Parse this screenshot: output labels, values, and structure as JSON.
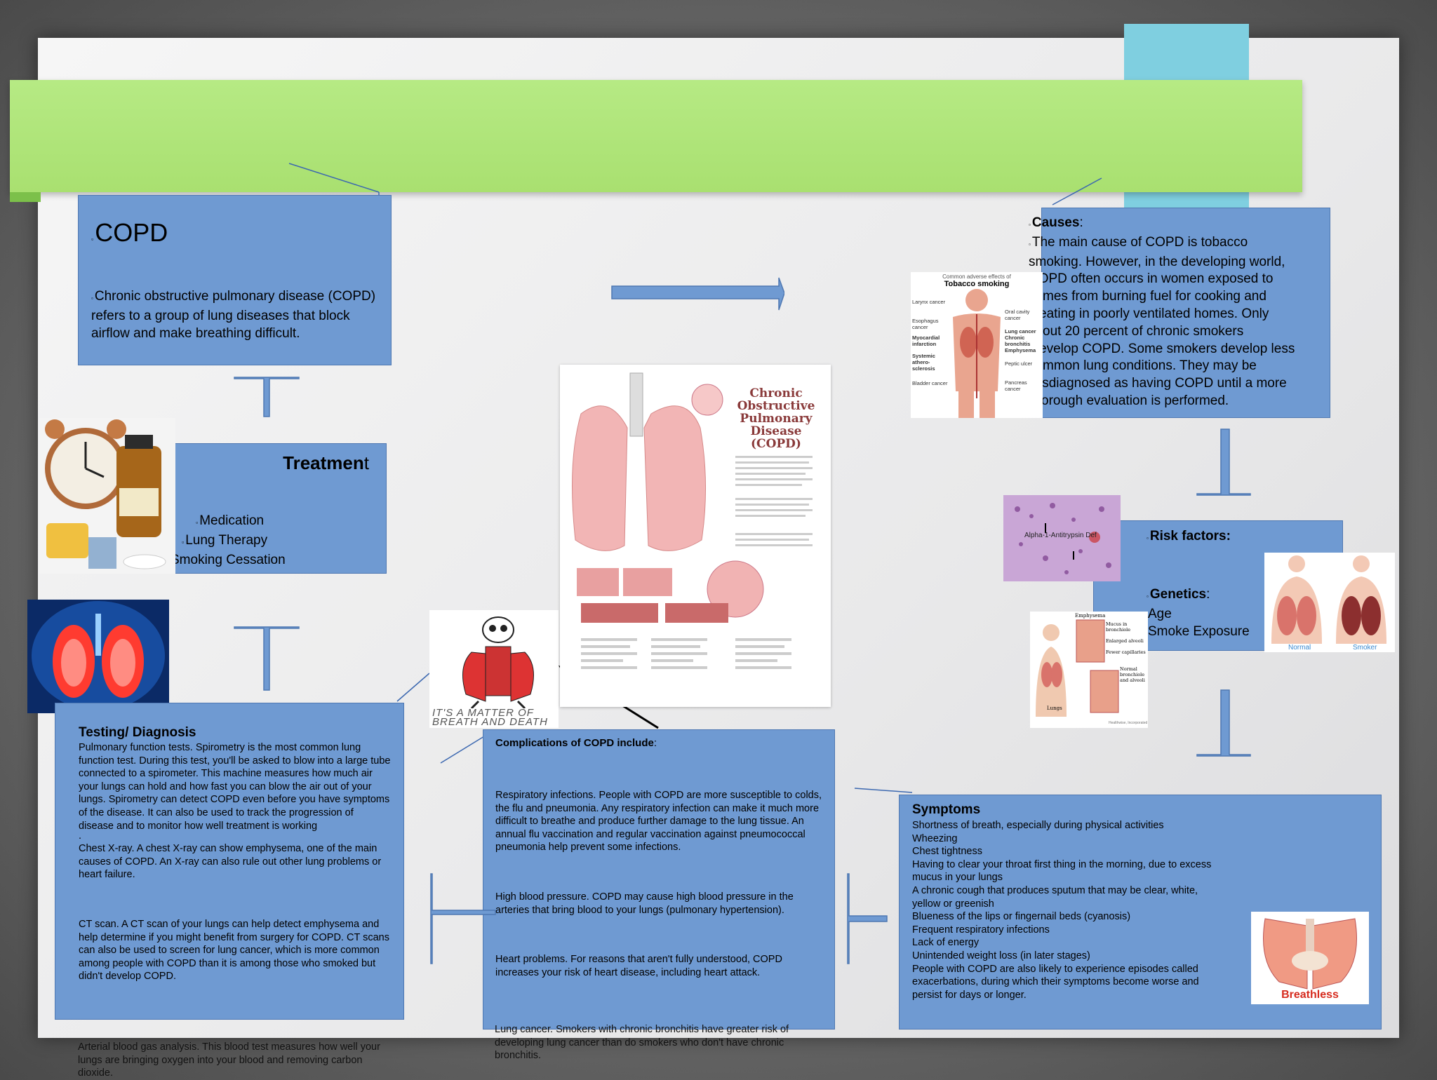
{
  "copd_box": {
    "title": "COPD",
    "body": "Chronic obstructive pulmonary disease (COPD) refers to a group of lung diseases that block airflow and make breathing difficult."
  },
  "treatment_box": {
    "title_part1": "Treatmen",
    "title_part2": "t",
    "items": [
      "Medication",
      "Lung Therapy",
      "Smoking Cessation"
    ]
  },
  "testing_box": {
    "title": "Testing/ Diagnosis",
    "p1": "Pulmonary function tests. Spirometry is the most common lung function test. During this test, you'll be asked to blow into a large tube connected to a spirometer. This machine measures how much air your lungs can hold and how fast you can blow the air out of your lungs. Spirometry can detect COPD even before you have symptoms of the disease. It can also be used to track the progression of disease and to monitor how well treatment is working",
    "dot": ".",
    "p2": "Chest X-ray. A chest X-ray can show emphysema, one of the main causes of COPD. An X-ray can also rule out other lung problems or heart failure.",
    "p3": "CT scan. A CT scan of your lungs can help detect emphysema and help determine if you might benefit from surgery for COPD. CT scans can also be used to screen for lung cancer, which is more common among people with COPD than it is among those who smoked but didn't develop COPD.",
    "p4": "Arterial blood gas analysis. This blood test measures how well your lungs are bringing oxygen into your blood and removing carbon dioxide."
  },
  "complications_box": {
    "title": "Complications of COPD include",
    "colon": ":",
    "p1": "Respiratory infections. People with COPD are more susceptible to colds, the flu and pneumonia. Any respiratory infection can make it much more difficult to breathe and produce further damage to the lung tissue. An annual flu vaccination and regular vaccination against pneumococcal pneumonia help prevent some infections.",
    "p2": "High blood pressure. COPD may cause high blood pressure in the arteries that bring blood to your lungs (pulmonary hypertension).",
    "p3": "Heart problems. For reasons that aren't fully understood, COPD increases your risk of heart disease, including heart attack.",
    "p4": "Lung cancer. Smokers with chronic bronchitis have greater risk of developing lung cancer than do smokers who don't have chronic bronchitis."
  },
  "causes_box": {
    "title": "Causes",
    "colon": ":",
    "lines": [
      "The main cause of COPD is tobacco",
      "smoking. However, in the developing world,",
      "COPD often occurs in women exposed to",
      "mes from burning fuel for cooking and",
      "eating in poorly ventilated homes. Only",
      "out 20 percent of chronic smokers",
      "evelop COPD. Some smokers develop less",
      "mmon lung conditions. They may be",
      "isdiagnosed as having COPD until a more",
      "orough evaluation is performed."
    ]
  },
  "risk_box": {
    "title": "Risk factors:",
    "genetics": "Genetics",
    "genetics_colon": ":",
    "items": [
      "Age",
      "Smoke Exposure"
    ]
  },
  "symptoms_box": {
    "title": "Symptoms",
    "lines": [
      "Shortness of breath, especially during physical activities",
      "Wheezing",
      "Chest tightness",
      "Having to clear your throat first thing in the morning, due to excess",
      "mucus in your lungs",
      "A chronic cough that produces sputum that may be clear, white,",
      "yellow or greenish",
      "Blueness of the lips or fingernail beds (cyanosis)",
      "Frequent respiratory infections",
      "Lack of energy",
      "Unintended weight loss (in later stages)",
      "People with COPD are also likely to experience episodes called",
      "exacerbations, during which their symptoms become worse and",
      "persist for days or longer."
    ]
  },
  "poster": {
    "title_lines": [
      "Chronic",
      "Obstructive",
      "Pulmonary",
      "Disease",
      "(COPD)"
    ]
  },
  "tobacco_figure": {
    "caption_small": "Common adverse effects of",
    "caption": "Tobacco smoking",
    "labels_left": [
      "Larynx cancer",
      "Esophagus cancer",
      "Myocardial infarction",
      "Systemic athero-sclerosis",
      "Bladder cancer"
    ],
    "labels_right": [
      "Oral cavity cancer",
      "Lung cancer",
      "Chronic bronchitis",
      "Emphysema",
      "Peptic ulcer",
      "Pancreas cancer"
    ]
  },
  "micro_figure": {
    "label": "Alpha-1-Antitrypsin Def"
  },
  "lungs_compare": {
    "left_label": "Normal",
    "right_label": "Smoker"
  },
  "emphysema_figure": {
    "top": "Emphysema",
    "labels": [
      "Mucus in bronchiole",
      "Enlarged alveoli",
      "Fewer capillaries",
      "Normal bronchiole and alveoli"
    ],
    "bottom": "Lungs",
    "credit": "Healthwise, Incorporated"
  },
  "cartoon": {
    "caption_line1": "IT'S A MATTER OF",
    "caption_line2": "BREATH AND DEATH"
  },
  "breathless": {
    "label": "Breathless"
  },
  "colors": {
    "box_fill": "#6f9ad2",
    "box_border": "#4f78b2",
    "banner": "#aee377",
    "tab": "#7fcfe0"
  }
}
